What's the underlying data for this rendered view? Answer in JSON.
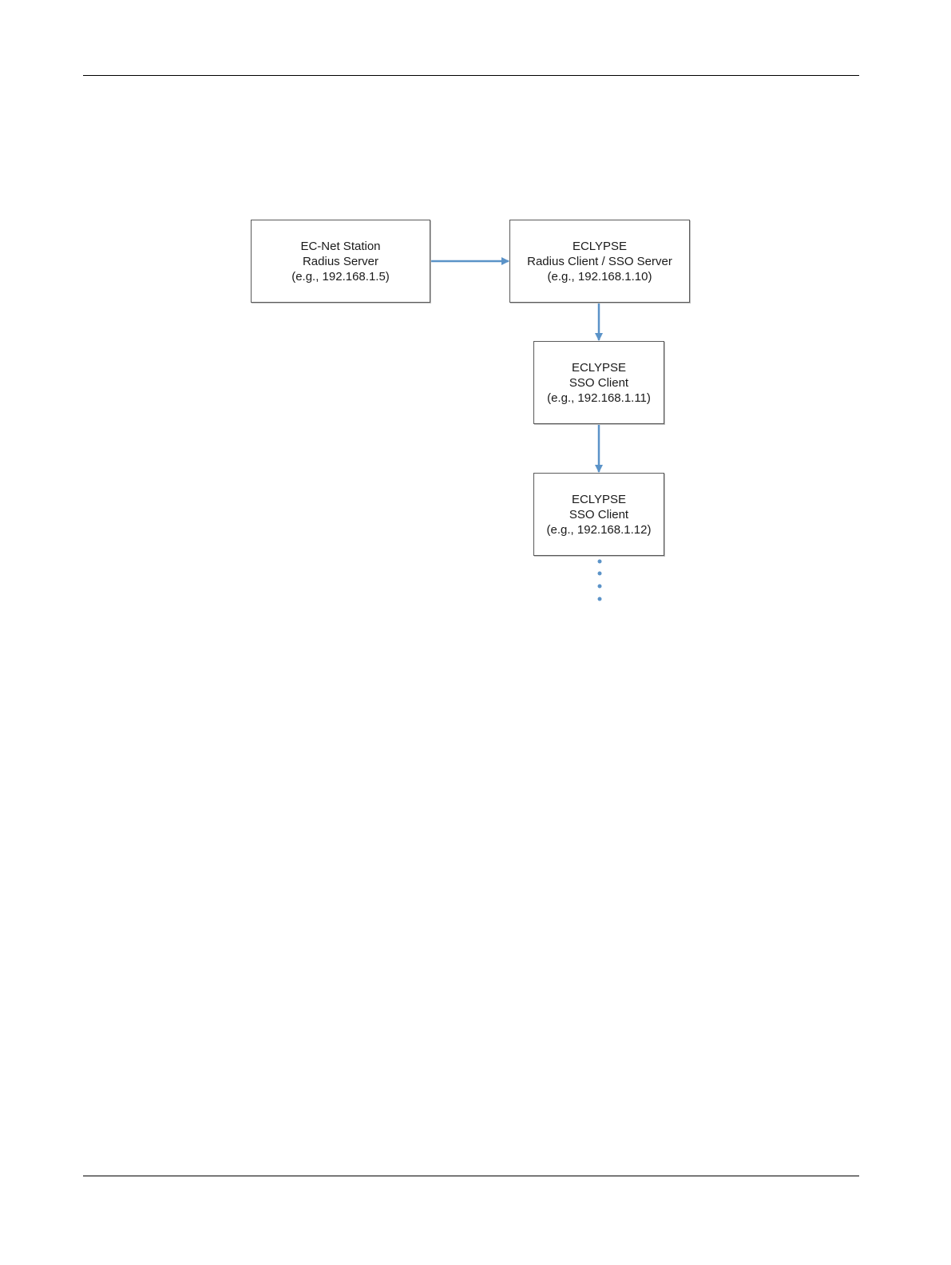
{
  "diagram": {
    "accent_color": "#5b93c8",
    "nodes": {
      "station": {
        "line1": "EC-Net Station",
        "line2": "Radius Server",
        "line3": "(e.g., 192.168.1.5)"
      },
      "sso_server": {
        "line1": "ECLYPSE",
        "line2": "Radius Client / SSO Server",
        "line3": "(e.g., 192.168.1.10)"
      },
      "client_1": {
        "line1": "ECLYPSE",
        "line2": "SSO Client",
        "line3": "(e.g., 192.168.1.11)"
      },
      "client_2": {
        "line1": "ECLYPSE",
        "line2": "SSO Client",
        "line3": "(e.g., 192.168.1.12)"
      }
    },
    "edges": [
      {
        "from": "station",
        "to": "sso_server"
      },
      {
        "from": "sso_server",
        "to": "client_1"
      },
      {
        "from": "client_1",
        "to": "client_2"
      }
    ],
    "continuation": "more-clients-ellipsis"
  }
}
